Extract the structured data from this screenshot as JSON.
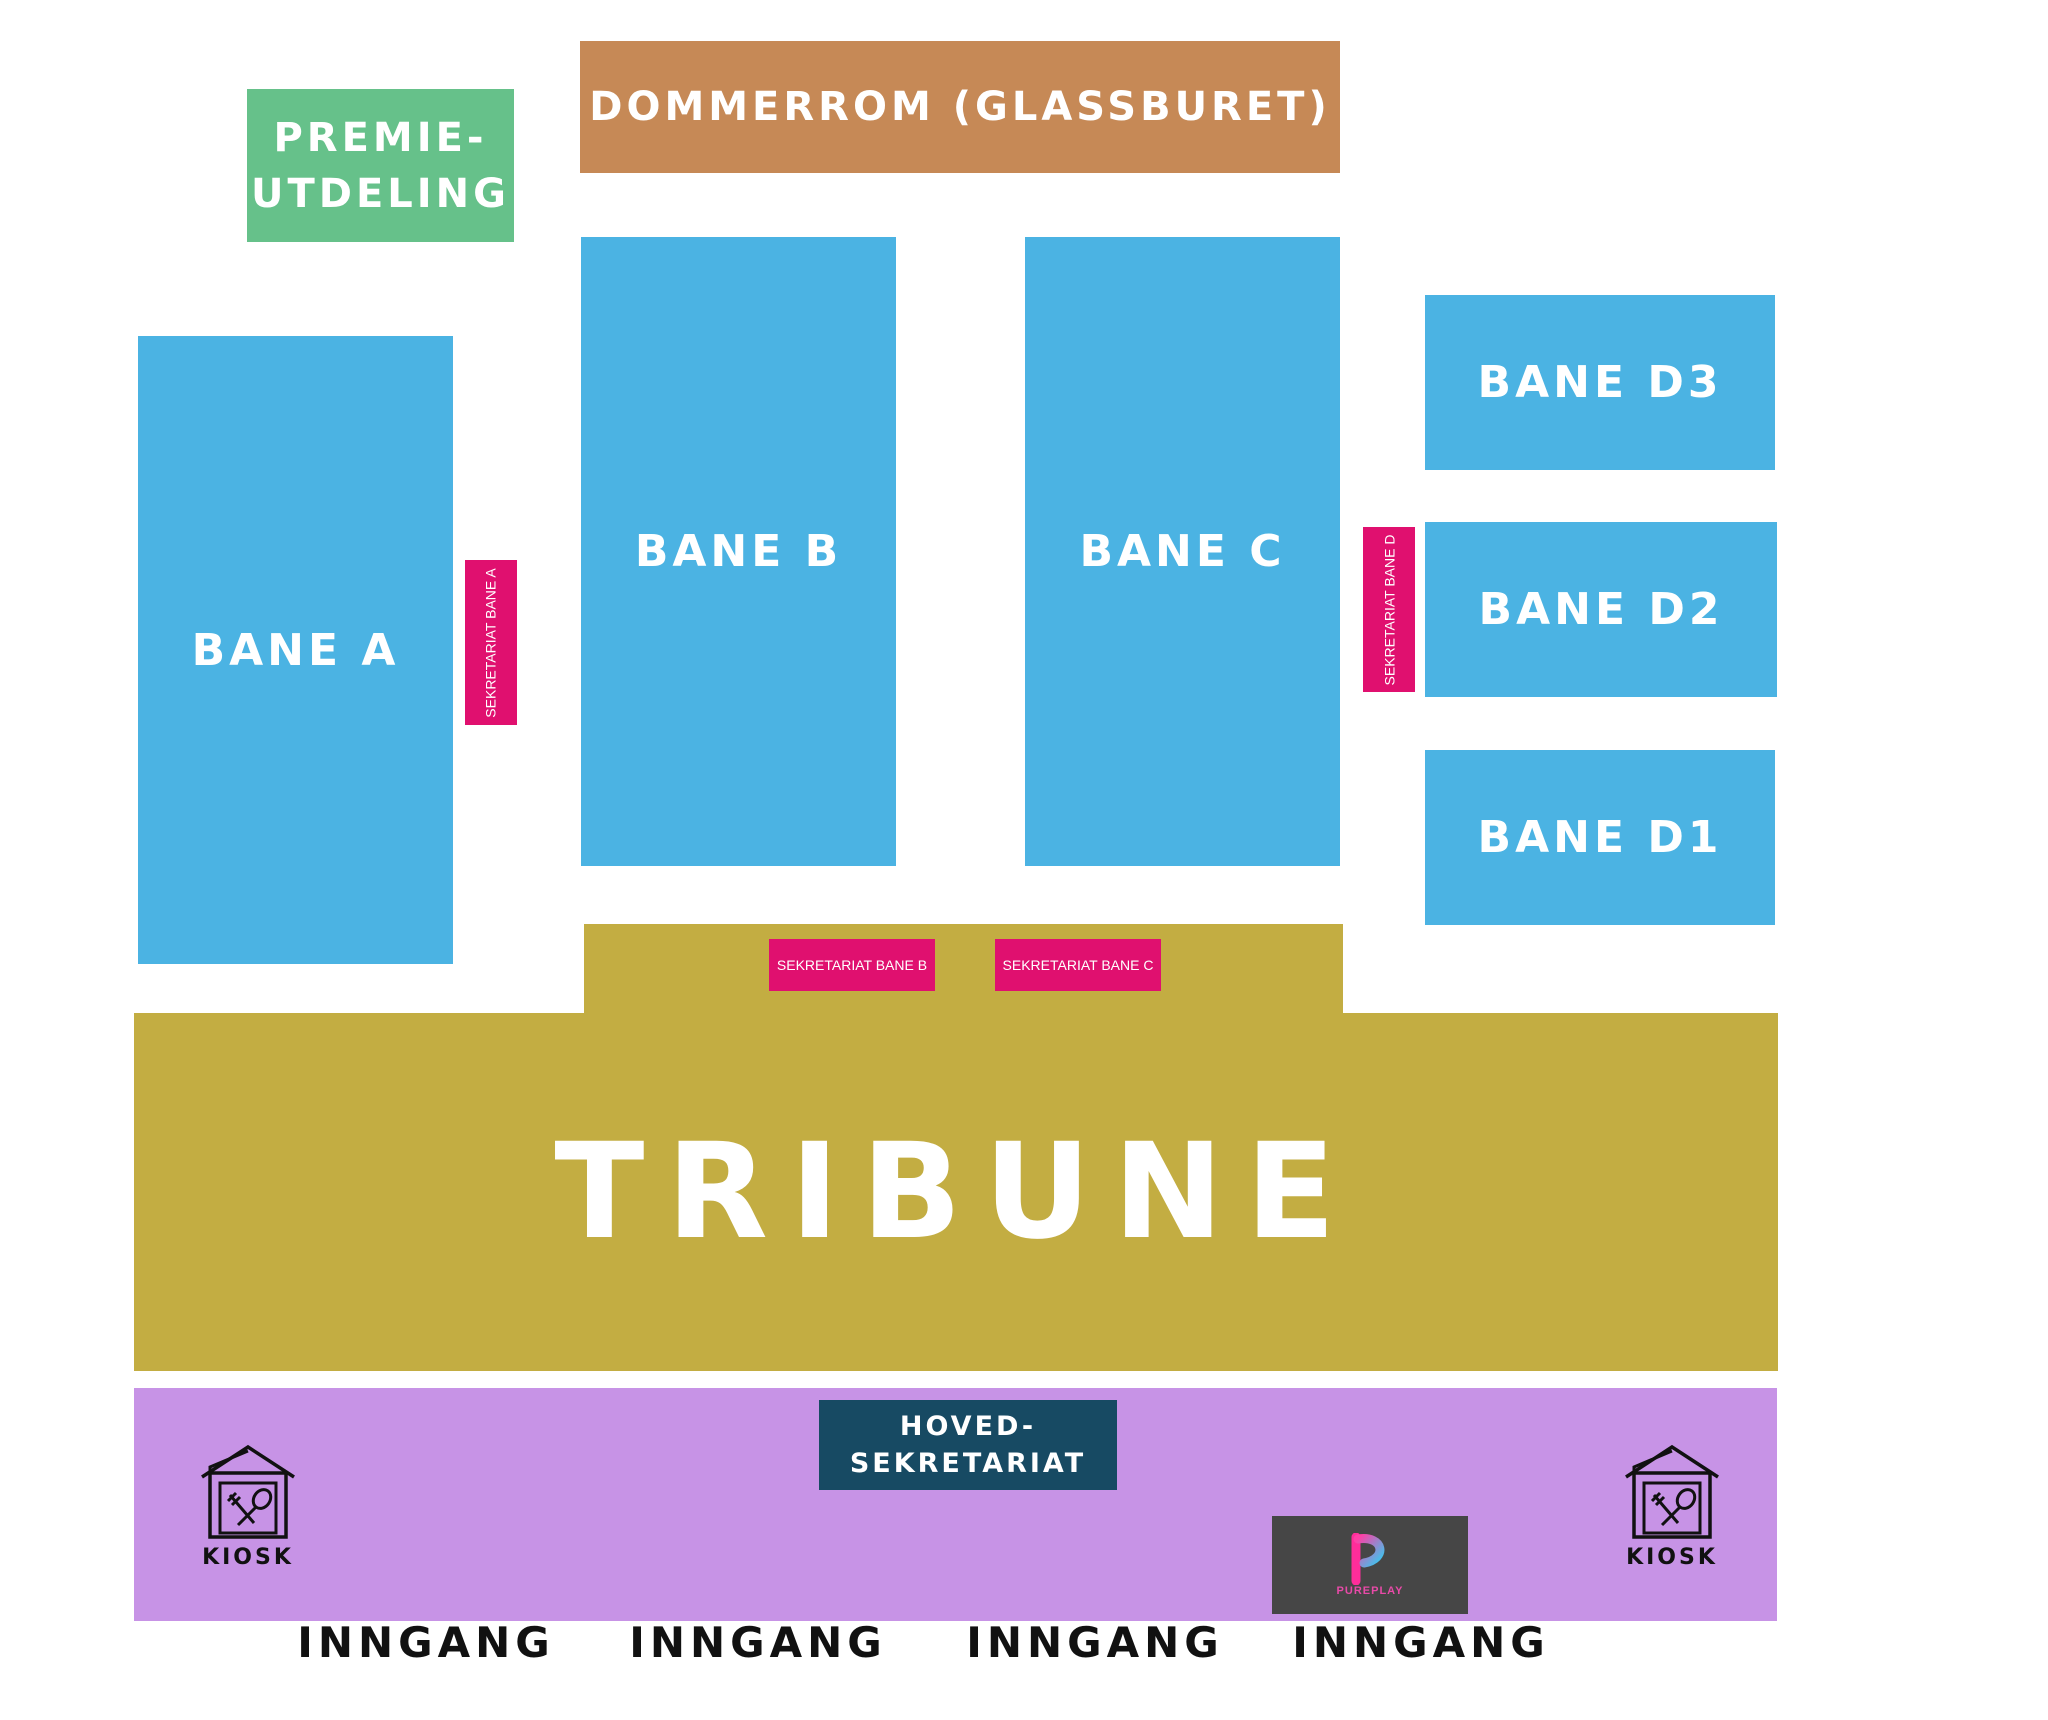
{
  "venue": {
    "dommerrom": "DOMMERROM (GLASSBURET)",
    "premieutdeling": [
      "PREMIE-",
      "UTDELING"
    ],
    "courts": {
      "a": "BANE A",
      "b": "BANE B",
      "c": "BANE C",
      "d3": "BANE D3",
      "d2": "BANE D2",
      "d1": "BANE D1"
    },
    "sekretariat": {
      "a": "SEKRETARIAT BANE A",
      "b": "SEKRETARIAT BANE B",
      "c": "SEKRETARIAT BANE C",
      "d": "SEKRETARIAT BANE D"
    },
    "tribune": "TRIBUNE",
    "hovedsekretariat": [
      "HOVED-",
      "SEKRETARIAT"
    ],
    "kiosk_left": "KIOSK",
    "kiosk_right": "KIOSK",
    "sponsor_logo_text": "PUREPLAY",
    "entrances": [
      "INNGANG",
      "INNGANG",
      "INNGANG",
      "INNGANG"
    ]
  },
  "colors": {
    "court": "#4bb3e3",
    "tribune": "#c3ad42",
    "dommerrom": "#c68956",
    "premieutdeling": "#66c18a",
    "sekretariat": "#e0106f",
    "lobby": "#c793e6",
    "hovedsekretariat": "#174a63",
    "sponsor_bg": "#464646"
  }
}
